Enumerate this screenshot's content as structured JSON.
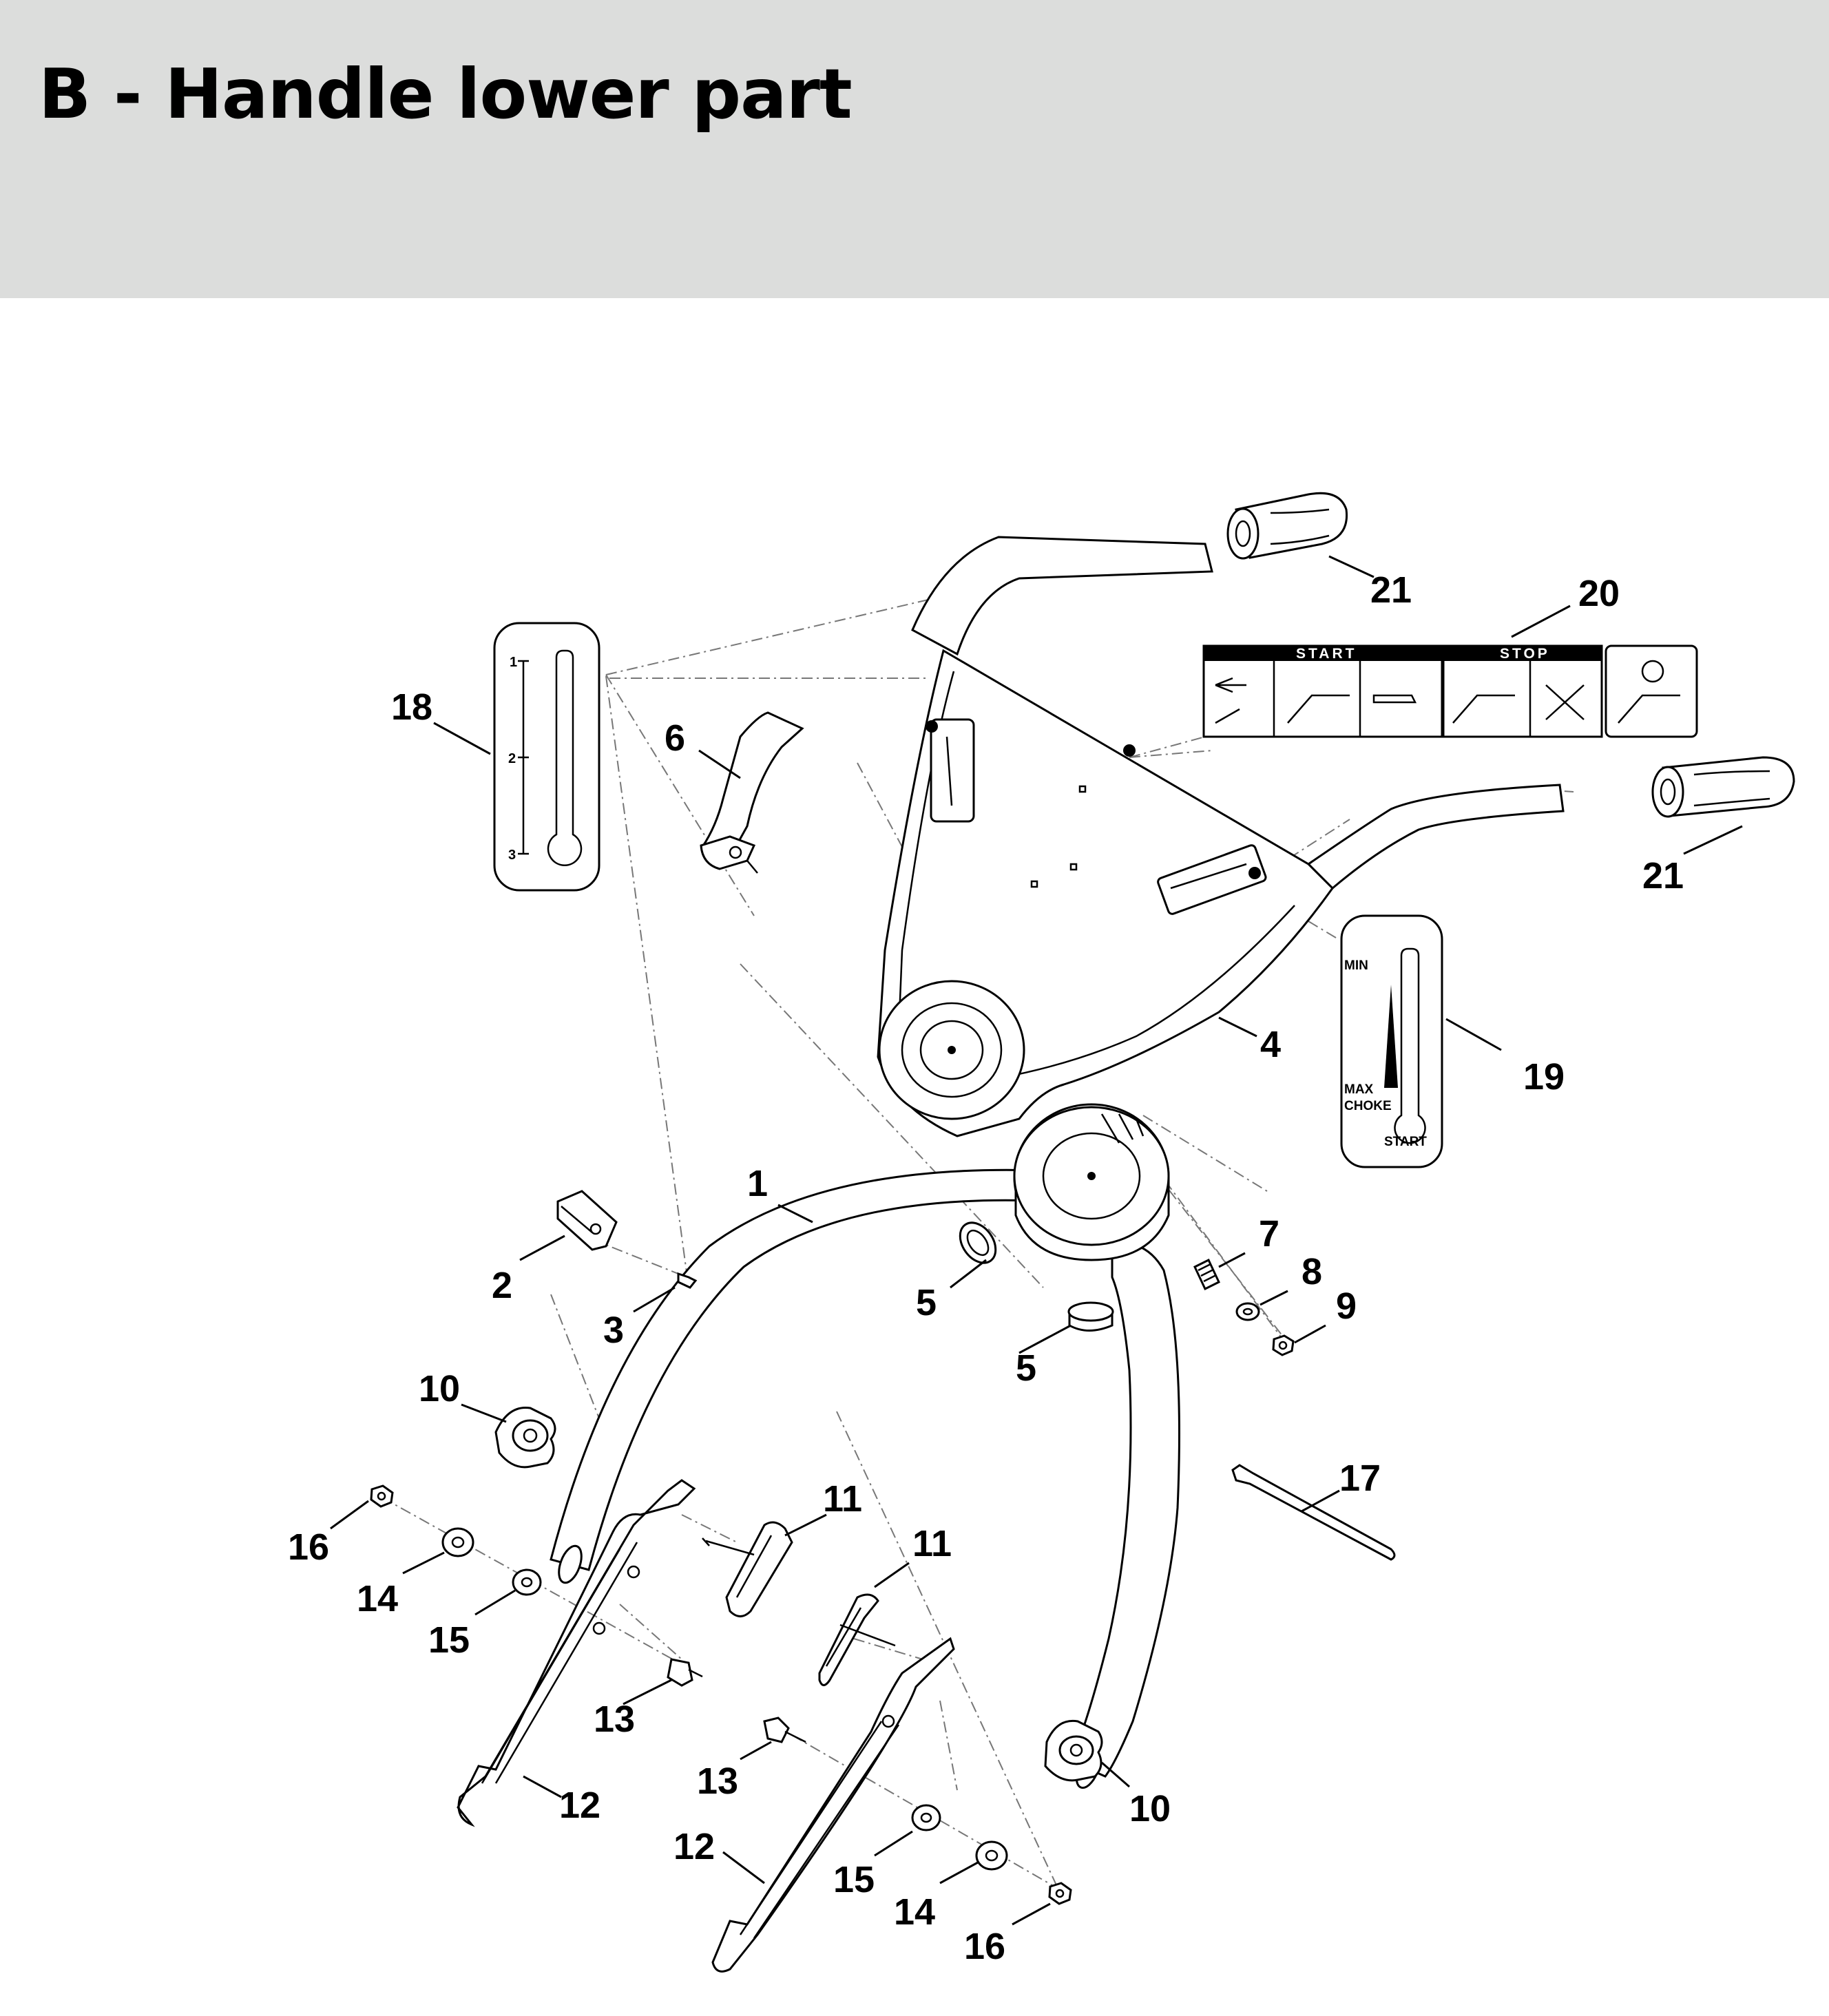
{
  "page": {
    "title": "B - Handle lower part"
  },
  "decals": {
    "height_scale": [
      "1",
      "2",
      "3"
    ],
    "throttle": {
      "min": "MIN",
      "max": "MAX",
      "choke": "CHOKE",
      "start": "START"
    },
    "instructions": {
      "start": "START",
      "stop": "STOP"
    }
  },
  "callouts": [
    {
      "id": "c1",
      "text": "1"
    },
    {
      "id": "c2",
      "text": "2"
    },
    {
      "id": "c3",
      "text": "3"
    },
    {
      "id": "c4",
      "text": "4"
    },
    {
      "id": "c5a",
      "text": "5"
    },
    {
      "id": "c5b",
      "text": "5"
    },
    {
      "id": "c6",
      "text": "6"
    },
    {
      "id": "c7",
      "text": "7"
    },
    {
      "id": "c8",
      "text": "8"
    },
    {
      "id": "c9",
      "text": "9"
    },
    {
      "id": "c10a",
      "text": "10"
    },
    {
      "id": "c10b",
      "text": "10"
    },
    {
      "id": "c11a",
      "text": "11"
    },
    {
      "id": "c11b",
      "text": "11"
    },
    {
      "id": "c12a",
      "text": "12"
    },
    {
      "id": "c12b",
      "text": "12"
    },
    {
      "id": "c13a",
      "text": "13"
    },
    {
      "id": "c13b",
      "text": "13"
    },
    {
      "id": "c14a",
      "text": "14"
    },
    {
      "id": "c14b",
      "text": "14"
    },
    {
      "id": "c15a",
      "text": "15"
    },
    {
      "id": "c15b",
      "text": "15"
    },
    {
      "id": "c16a",
      "text": "16"
    },
    {
      "id": "c16b",
      "text": "16"
    },
    {
      "id": "c17",
      "text": "17"
    },
    {
      "id": "c18",
      "text": "18"
    },
    {
      "id": "c19",
      "text": "19"
    },
    {
      "id": "c20",
      "text": "20"
    },
    {
      "id": "c21a",
      "text": "21"
    },
    {
      "id": "c21b",
      "text": "21"
    }
  ]
}
